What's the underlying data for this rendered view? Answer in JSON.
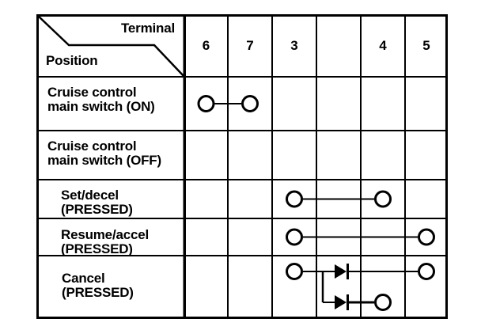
{
  "colors": {
    "ink": "#000000",
    "paper": "#ffffff"
  },
  "table": {
    "header": {
      "terminal_label": "Terminal",
      "position_label": "Position",
      "terminals": [
        "6",
        "7",
        "3",
        "",
        "4",
        "5"
      ]
    },
    "rows": [
      {
        "key": "on",
        "label": "Cruise control\nmain switch (ON)"
      },
      {
        "key": "off",
        "label": "Cruise control\nmain switch (OFF)"
      },
      {
        "key": "set",
        "label": "Set/decel\n(PRESSED)"
      },
      {
        "key": "resume",
        "label": "Resume/accel\n(PRESSED)"
      },
      {
        "key": "cancel",
        "label": "Cancel\n(PRESSED)"
      }
    ],
    "connections": [
      {
        "row": "on",
        "from": "6",
        "to": "7"
      },
      {
        "row": "set",
        "from": "3",
        "to": "4"
      },
      {
        "row": "resume",
        "from": "3",
        "to": "5"
      },
      {
        "row": "cancel",
        "from": "3",
        "to": "5",
        "diode": true,
        "level": "upper"
      },
      {
        "row": "cancel",
        "from": "3",
        "to": "4",
        "diode": true,
        "level": "lower",
        "branch": true
      }
    ]
  }
}
